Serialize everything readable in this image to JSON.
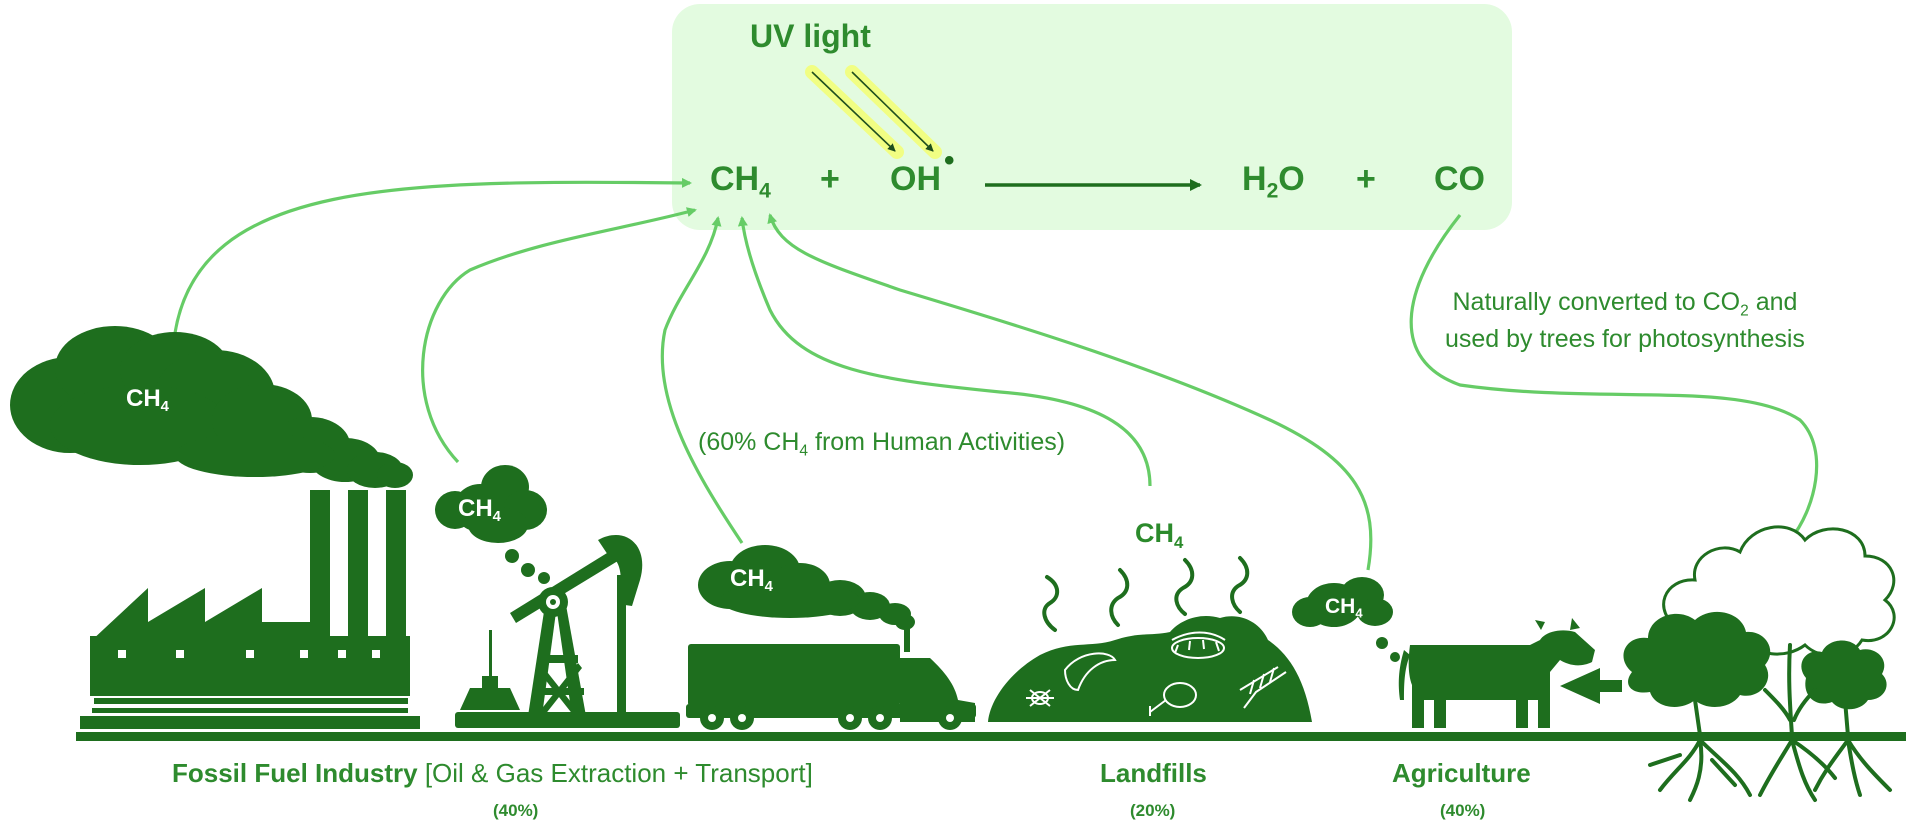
{
  "reaction": {
    "uv_label": "UV light",
    "reactant1": "CH",
    "reactant1_sub": "4",
    "plus1": "+",
    "reactant2": "OH",
    "radical_dot": "•",
    "product1_a": "H",
    "product1_sub": "2",
    "product1_b": "O",
    "plus2": "+",
    "product2": "CO"
  },
  "annotations": {
    "co_conversion_line1_a": "Naturally converted to CO",
    "co_conversion_line1_sub": "2",
    "co_conversion_line1_b": " and",
    "co_conversion_line2": "used by trees for photosynthesis",
    "human_share_a": "(60% CH",
    "human_share_sub": "4",
    "human_share_b": " from Human Activities)"
  },
  "ch4_labels": {
    "text": "CH",
    "sub": "4"
  },
  "sources": {
    "fossil_name": "Fossil Fuel Industry",
    "fossil_detail": " [Oil & Gas Extraction + Transport]",
    "fossil_pct": "(40%)",
    "landfill_name": "Landfills",
    "landfill_pct": "(20%)",
    "agri_name": "Agriculture",
    "agri_pct": "(40%)"
  },
  "colors": {
    "dark_green": "#1e6e1e",
    "text_green": "#2e8b2e",
    "light_green_arrow": "#66cc66",
    "reaction_box": "#e3fbe0",
    "uv_glow": "#f0ff70"
  }
}
